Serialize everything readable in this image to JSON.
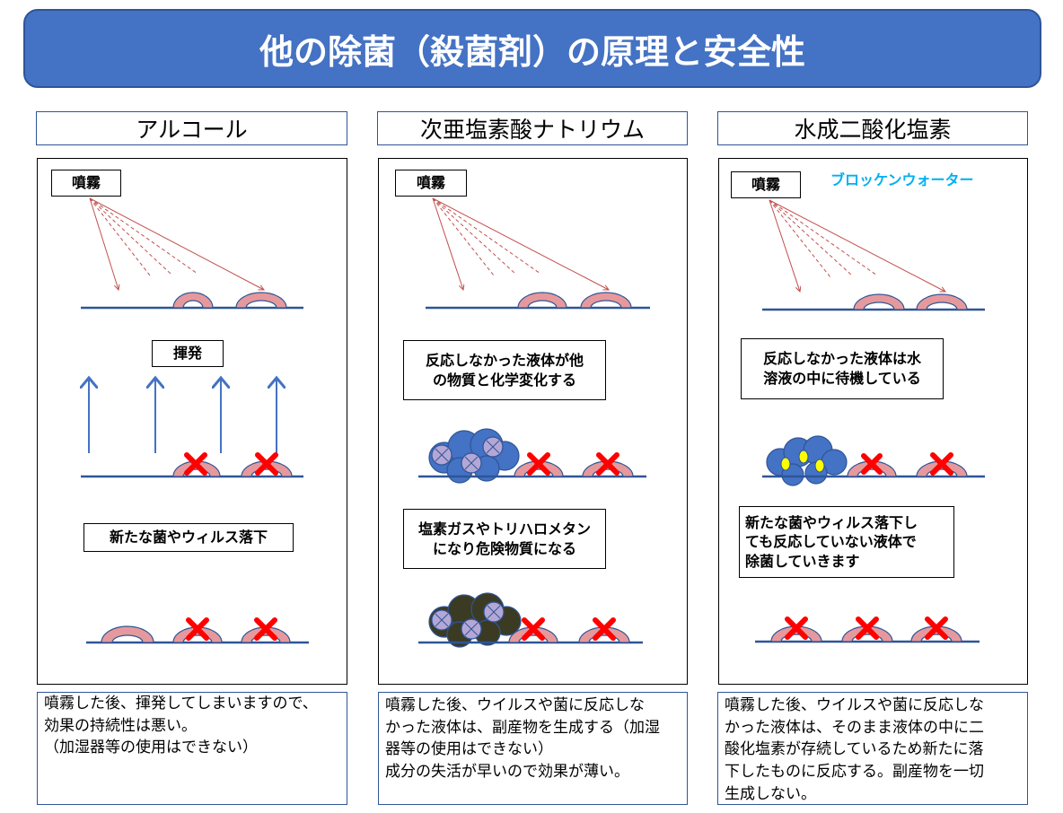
{
  "title": "他の除菌（殺菌剤）の原理と安全性",
  "columns": [
    {
      "heading": "アルコール",
      "labels": {
        "spray": "噴霧",
        "evaporate": "揮発",
        "fall": "新たな菌やウィルス落下"
      },
      "note": "噴霧した後、揮発してしまいますので、\n効果の持続性は悪い。\n（加湿器等の使用はできない）"
    },
    {
      "heading": "次亜塩素酸ナトリウム",
      "labels": {
        "spray": "噴霧",
        "react": "反応しなかった液体が他\nの物質と化学変化する",
        "byproduct": "塩素ガスやトリハロメタン\nになり危険物質になる"
      },
      "note": "噴霧した後、ウイルスや菌に反応しな\nかった液体は、副産物を生成する（加湿\n器等の使用はできない）\n成分の失活が早いので効果が薄い。"
    },
    {
      "heading": "水成二酸化塩素",
      "brand": "ブロッケンウォーター",
      "labels": {
        "spray": "噴霧",
        "standby": "反応しなかった液体は水\n溶液の中に待機している",
        "fall": "新たな菌やウィルス落下し\nても反応していない液体で\n除菌していきます"
      },
      "note": "噴霧した後、ウイルスや菌に反応しな\nかった液体は、そのまま液体の中に二\n酸化塩素が存続しているため新たに落\n下したものに反応する。副産物を一切\n生成しない。"
    }
  ],
  "colors": {
    "banner": "#4472c4",
    "line_blue": "#2f5597",
    "arrow_red": "#c0504d",
    "microbe_fill": "#e6999c",
    "x_mark": "#ff0000",
    "cloud_blue": "#4472c4",
    "cloud_dark": "#3b3b24",
    "bubble_purple": "#b4a7d6",
    "dot_yellow": "#ffff00",
    "brand_cyan": "#00b0f0"
  }
}
